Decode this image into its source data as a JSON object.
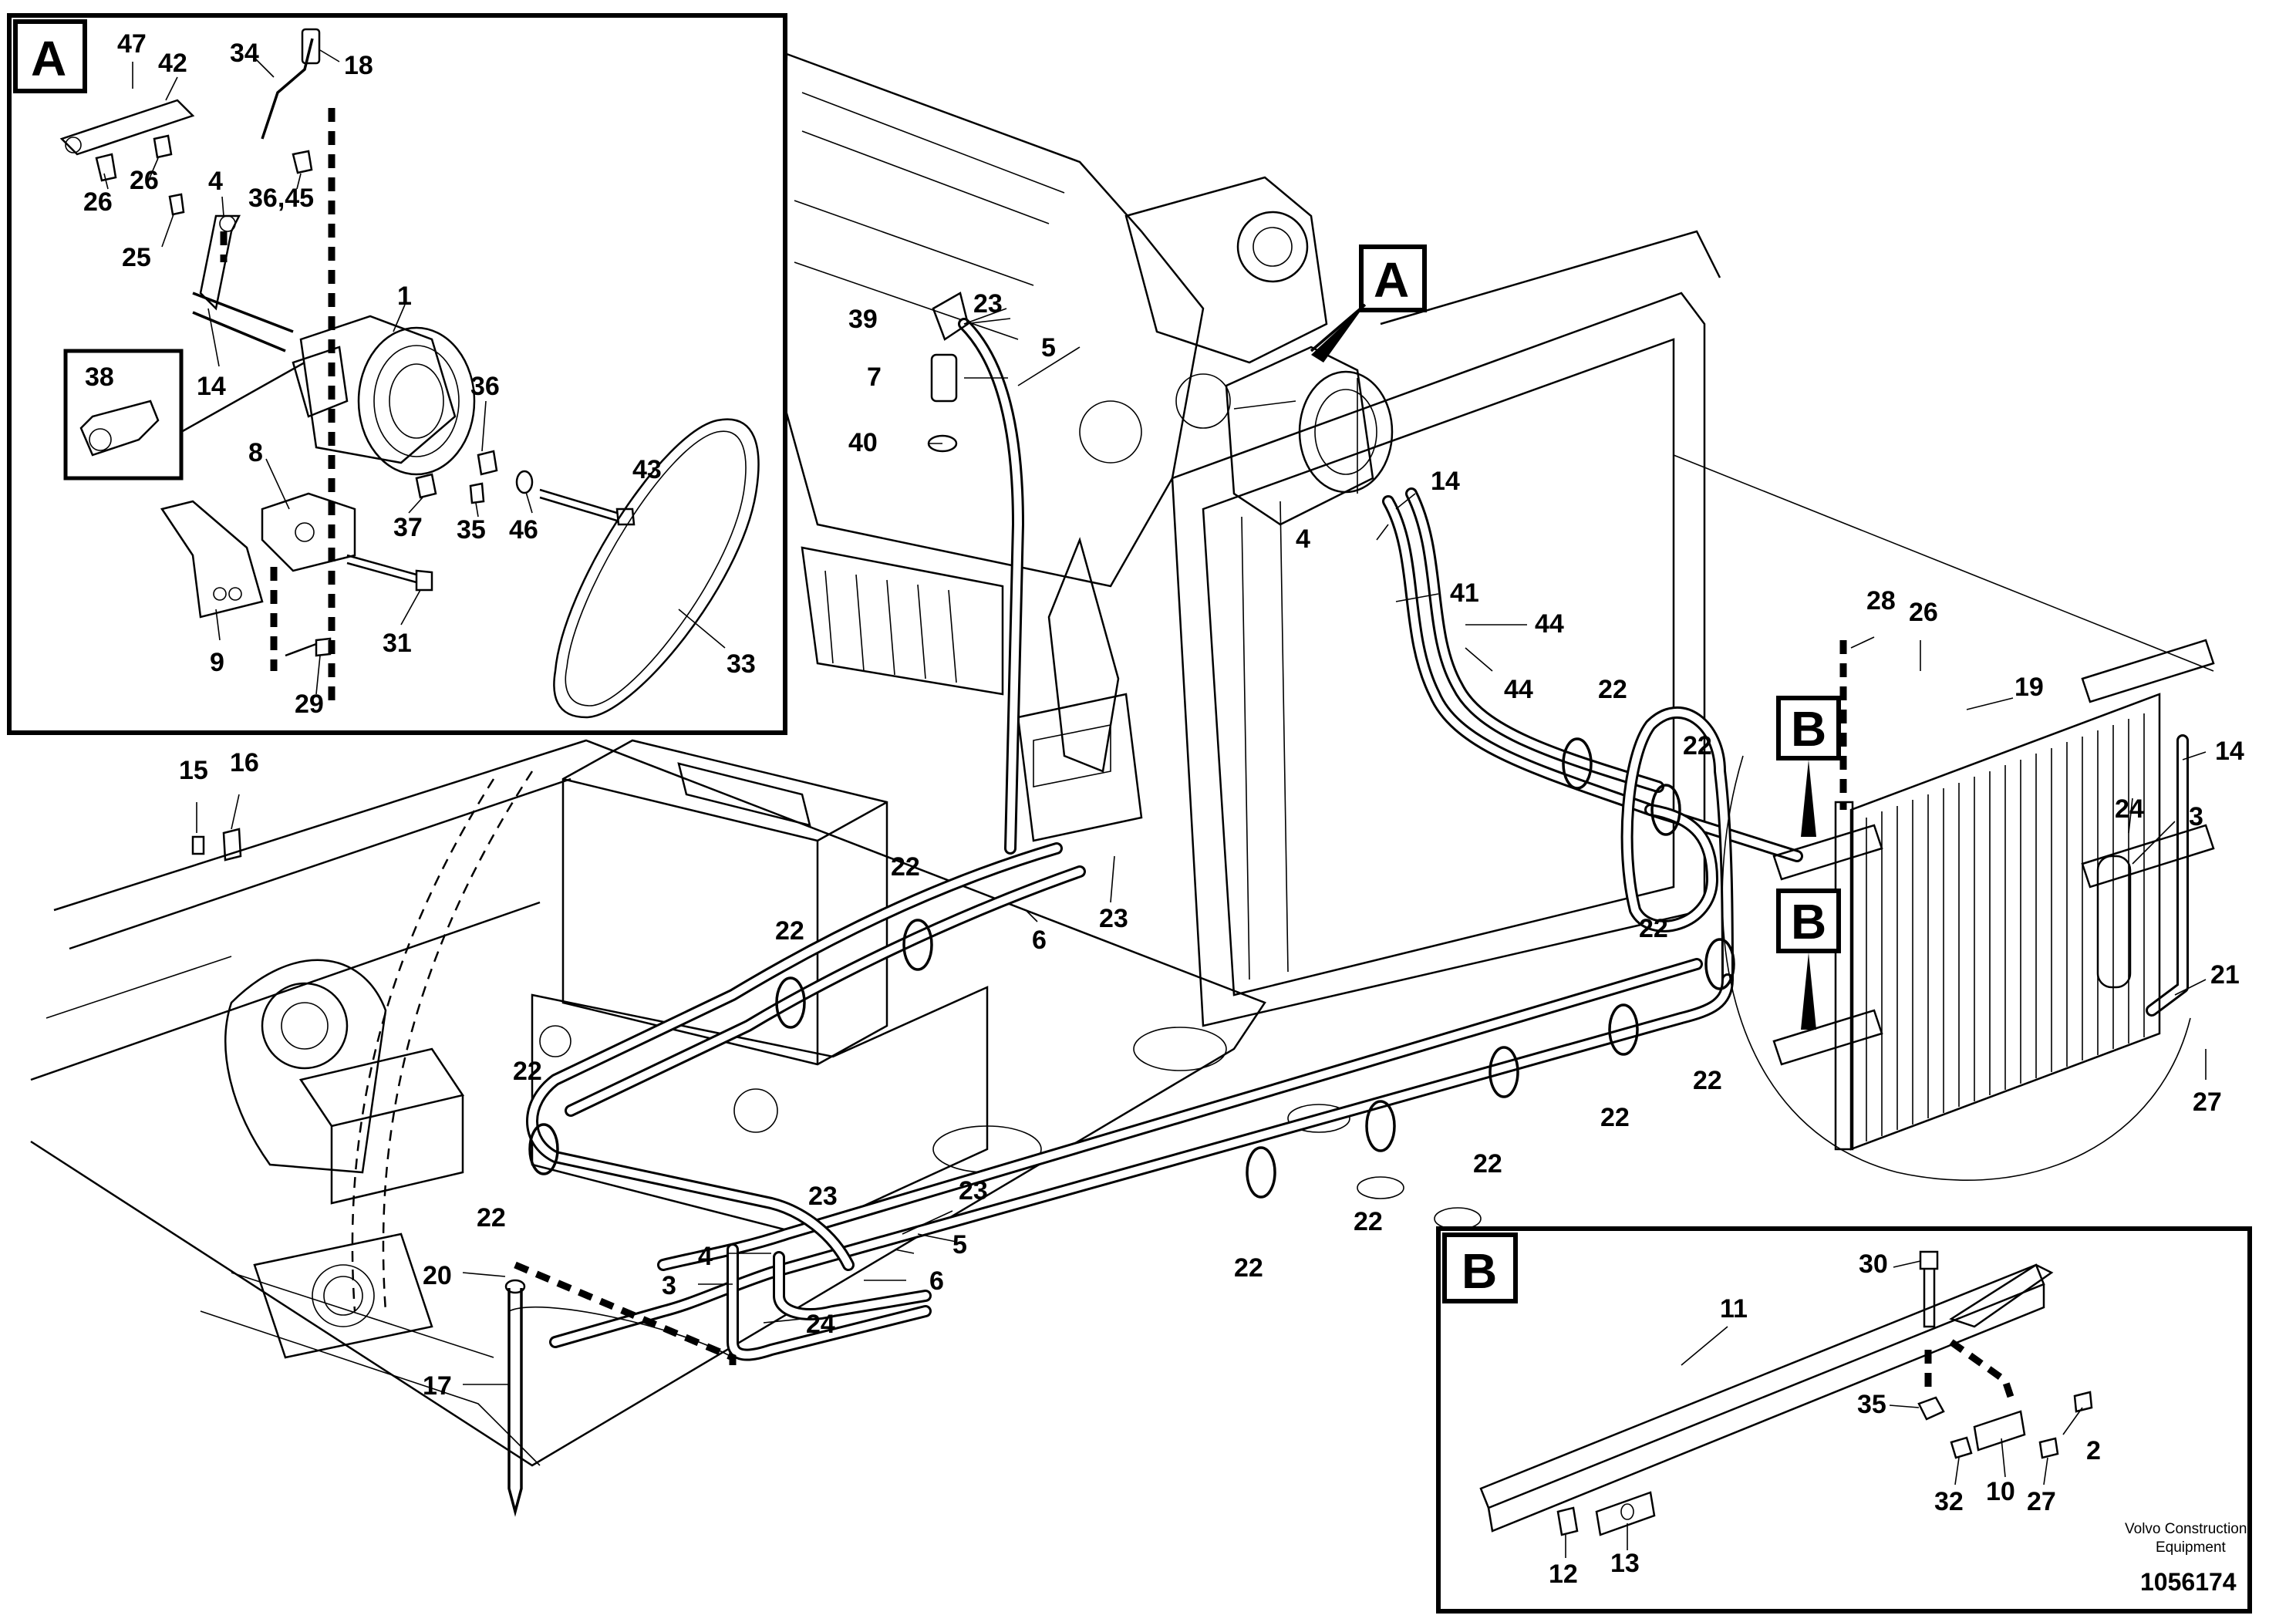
{
  "figure": {
    "id": "1056174",
    "brand_line1": "Volvo Construction",
    "brand_line2": "Equipment"
  },
  "detail_boxes": {
    "A": "A",
    "B": "B"
  },
  "callouts": {
    "c47": "47",
    "c42": "42",
    "c34": "34",
    "c18": "18",
    "c26a": "26",
    "c26b": "26",
    "c36_45": "36,45",
    "c4a": "4",
    "c25": "25",
    "c1": "1",
    "c14a": "14",
    "c38": "38",
    "c36": "36",
    "c8": "8",
    "c43": "43",
    "c37": "37",
    "c35a": "35",
    "c46": "46",
    "c9": "9",
    "c31": "31",
    "c29": "29",
    "c33": "33",
    "c39": "39",
    "c23a": "23",
    "c5a": "5",
    "c7": "7",
    "c40": "40",
    "cA_main": "A",
    "c14b": "14",
    "c4b": "4",
    "c41": "41",
    "c44a": "44",
    "c44b": "44",
    "c28": "28",
    "c26c": "26",
    "c19": "19",
    "c14c": "14",
    "c24a": "24",
    "c3a": "3",
    "c21": "21",
    "c27a": "27",
    "cB1": "B",
    "cB2": "B",
    "c15": "15",
    "c16": "16",
    "c22a": "22",
    "c22b": "22",
    "c22c": "22",
    "c22d": "22",
    "c22e": "22",
    "c22f": "22",
    "c22g": "22",
    "c22h": "22",
    "c22i": "22",
    "c22j": "22",
    "c22k": "22",
    "c22l": "22",
    "c6a": "6",
    "c23b": "23",
    "c23c": "23",
    "c23d": "23",
    "c5b": "5",
    "c4c": "4",
    "c3b": "3",
    "c6b": "6",
    "c24b": "24",
    "c20": "20",
    "c17": "17",
    "c30": "30",
    "c11": "11",
    "c35b": "35",
    "c2": "2",
    "c32": "32",
    "c10": "10",
    "c27b": "27",
    "c12": "12",
    "c13": "13"
  }
}
